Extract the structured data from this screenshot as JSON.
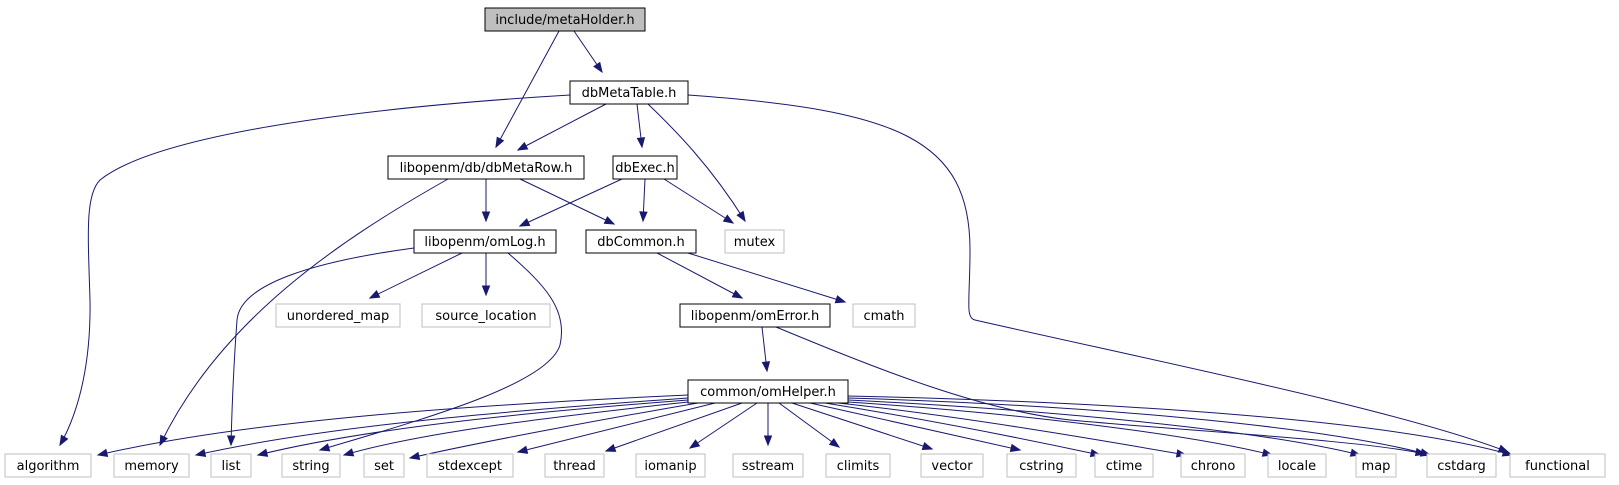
{
  "colors": {
    "edge": "#191970",
    "root_fill": "#bfbfbf",
    "node_border": "#000000",
    "external_border": "#bfbfbf"
  },
  "nodes": [
    {
      "id": "metaHolder",
      "label": "include/metaHolder.h",
      "kind": "root"
    },
    {
      "id": "dbMetaTable",
      "label": "dbMetaTable.h",
      "kind": "internal"
    },
    {
      "id": "dbMetaRow",
      "label": "libopenm/db/dbMetaRow.h",
      "kind": "internal"
    },
    {
      "id": "dbExec",
      "label": "dbExec.h",
      "kind": "internal"
    },
    {
      "id": "omLog",
      "label": "libopenm/omLog.h",
      "kind": "internal"
    },
    {
      "id": "dbCommon",
      "label": "dbCommon.h",
      "kind": "internal"
    },
    {
      "id": "mutex",
      "label": "mutex",
      "kind": "external"
    },
    {
      "id": "unordered_map",
      "label": "unordered_map",
      "kind": "external"
    },
    {
      "id": "source_location",
      "label": "source_location",
      "kind": "external"
    },
    {
      "id": "omError",
      "label": "libopenm/omError.h",
      "kind": "internal"
    },
    {
      "id": "cmath",
      "label": "cmath",
      "kind": "external"
    },
    {
      "id": "omHelper",
      "label": "common/omHelper.h",
      "kind": "internal"
    },
    {
      "id": "algorithm",
      "label": "algorithm",
      "kind": "external"
    },
    {
      "id": "memory",
      "label": "memory",
      "kind": "external"
    },
    {
      "id": "list",
      "label": "list",
      "kind": "external"
    },
    {
      "id": "string",
      "label": "string",
      "kind": "external"
    },
    {
      "id": "set",
      "label": "set",
      "kind": "external"
    },
    {
      "id": "stdexcept",
      "label": "stdexcept",
      "kind": "external"
    },
    {
      "id": "thread",
      "label": "thread",
      "kind": "external"
    },
    {
      "id": "iomanip",
      "label": "iomanip",
      "kind": "external"
    },
    {
      "id": "sstream",
      "label": "sstream",
      "kind": "external"
    },
    {
      "id": "climits",
      "label": "climits",
      "kind": "external"
    },
    {
      "id": "vector",
      "label": "vector",
      "kind": "external"
    },
    {
      "id": "cstring",
      "label": "cstring",
      "kind": "external"
    },
    {
      "id": "ctime",
      "label": "ctime",
      "kind": "external"
    },
    {
      "id": "chrono",
      "label": "chrono",
      "kind": "external"
    },
    {
      "id": "locale",
      "label": "locale",
      "kind": "external"
    },
    {
      "id": "map",
      "label": "map",
      "kind": "external"
    },
    {
      "id": "cstdarg",
      "label": "cstdarg",
      "kind": "external"
    },
    {
      "id": "functional",
      "label": "functional",
      "kind": "external"
    }
  ],
  "edges": [
    {
      "from": "metaHolder",
      "to": "dbMetaTable"
    },
    {
      "from": "metaHolder",
      "to": "dbMetaRow"
    },
    {
      "from": "dbMetaTable",
      "to": "dbMetaRow"
    },
    {
      "from": "dbMetaTable",
      "to": "dbExec"
    },
    {
      "from": "dbMetaTable",
      "to": "mutex"
    },
    {
      "from": "dbMetaTable",
      "to": "algorithm"
    },
    {
      "from": "dbMetaTable",
      "to": "functional"
    },
    {
      "from": "dbMetaRow",
      "to": "omLog"
    },
    {
      "from": "dbMetaRow",
      "to": "dbCommon"
    },
    {
      "from": "dbMetaRow",
      "to": "memory"
    },
    {
      "from": "dbExec",
      "to": "omLog"
    },
    {
      "from": "dbExec",
      "to": "dbCommon"
    },
    {
      "from": "dbExec",
      "to": "mutex"
    },
    {
      "from": "omLog",
      "to": "unordered_map"
    },
    {
      "from": "omLog",
      "to": "source_location"
    },
    {
      "from": "omLog",
      "to": "list"
    },
    {
      "from": "omLog",
      "to": "string"
    },
    {
      "from": "dbCommon",
      "to": "omError"
    },
    {
      "from": "dbCommon",
      "to": "cmath"
    },
    {
      "from": "omError",
      "to": "omHelper"
    },
    {
      "from": "omError",
      "to": "cstdarg"
    },
    {
      "from": "omHelper",
      "to": "algorithm"
    },
    {
      "from": "omHelper",
      "to": "memory"
    },
    {
      "from": "omHelper",
      "to": "list"
    },
    {
      "from": "omHelper",
      "to": "string"
    },
    {
      "from": "omHelper",
      "to": "set"
    },
    {
      "from": "omHelper",
      "to": "stdexcept"
    },
    {
      "from": "omHelper",
      "to": "thread"
    },
    {
      "from": "omHelper",
      "to": "iomanip"
    },
    {
      "from": "omHelper",
      "to": "sstream"
    },
    {
      "from": "omHelper",
      "to": "climits"
    },
    {
      "from": "omHelper",
      "to": "vector"
    },
    {
      "from": "omHelper",
      "to": "cstring"
    },
    {
      "from": "omHelper",
      "to": "ctime"
    },
    {
      "from": "omHelper",
      "to": "chrono"
    },
    {
      "from": "omHelper",
      "to": "locale"
    },
    {
      "from": "omHelper",
      "to": "map"
    },
    {
      "from": "omHelper",
      "to": "cstdarg"
    },
    {
      "from": "omHelper",
      "to": "functional"
    }
  ]
}
